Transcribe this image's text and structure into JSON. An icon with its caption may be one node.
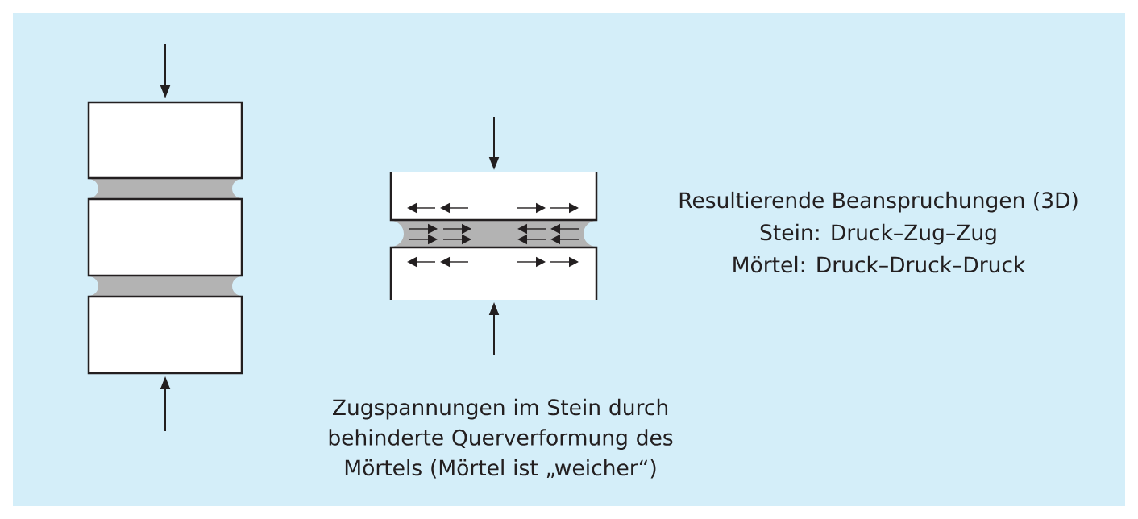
{
  "diagram": {
    "labels": [
      "Resultierende Beanspruchungen (3D)",
      "Stein: Druck–Zug–Zug",
      "Mörtel: Druck–Druck–Druck",
      "Zugspannungen im Stein durch behinderte Querverformung des Mörtels (Mörtel ist „weicher“)"
    ]
  }
}
